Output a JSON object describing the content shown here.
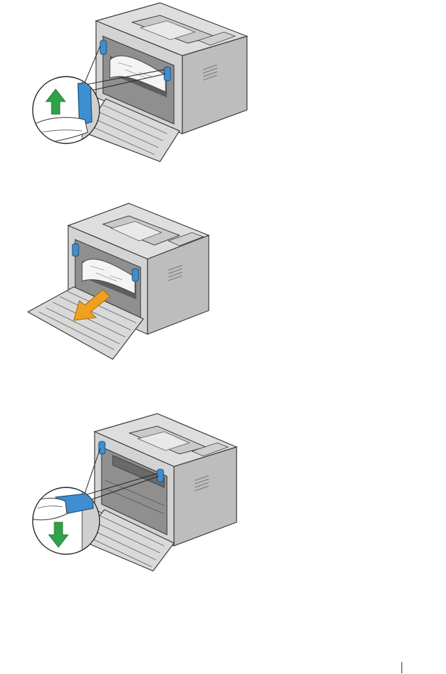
{
  "document": {
    "figures": [
      {
        "id": "fig-1",
        "icon": "printer-rear-guide-lever-up-illustration"
      },
      {
        "id": "fig-2",
        "icon": "printer-remove-jammed-paper-illustration"
      },
      {
        "id": "fig-3",
        "icon": "printer-rear-guide-lever-down-illustration"
      }
    ],
    "colors": {
      "printer_body": "#d6d6d6",
      "printer_shadow": "#9a9a9a",
      "printer_outline": "#3a3a3a",
      "lever_blue": "#3f8fd0",
      "arrow_green": "#2fa24a",
      "arrow_orange": "#f0a020",
      "paper": "#f4f4f4"
    }
  }
}
